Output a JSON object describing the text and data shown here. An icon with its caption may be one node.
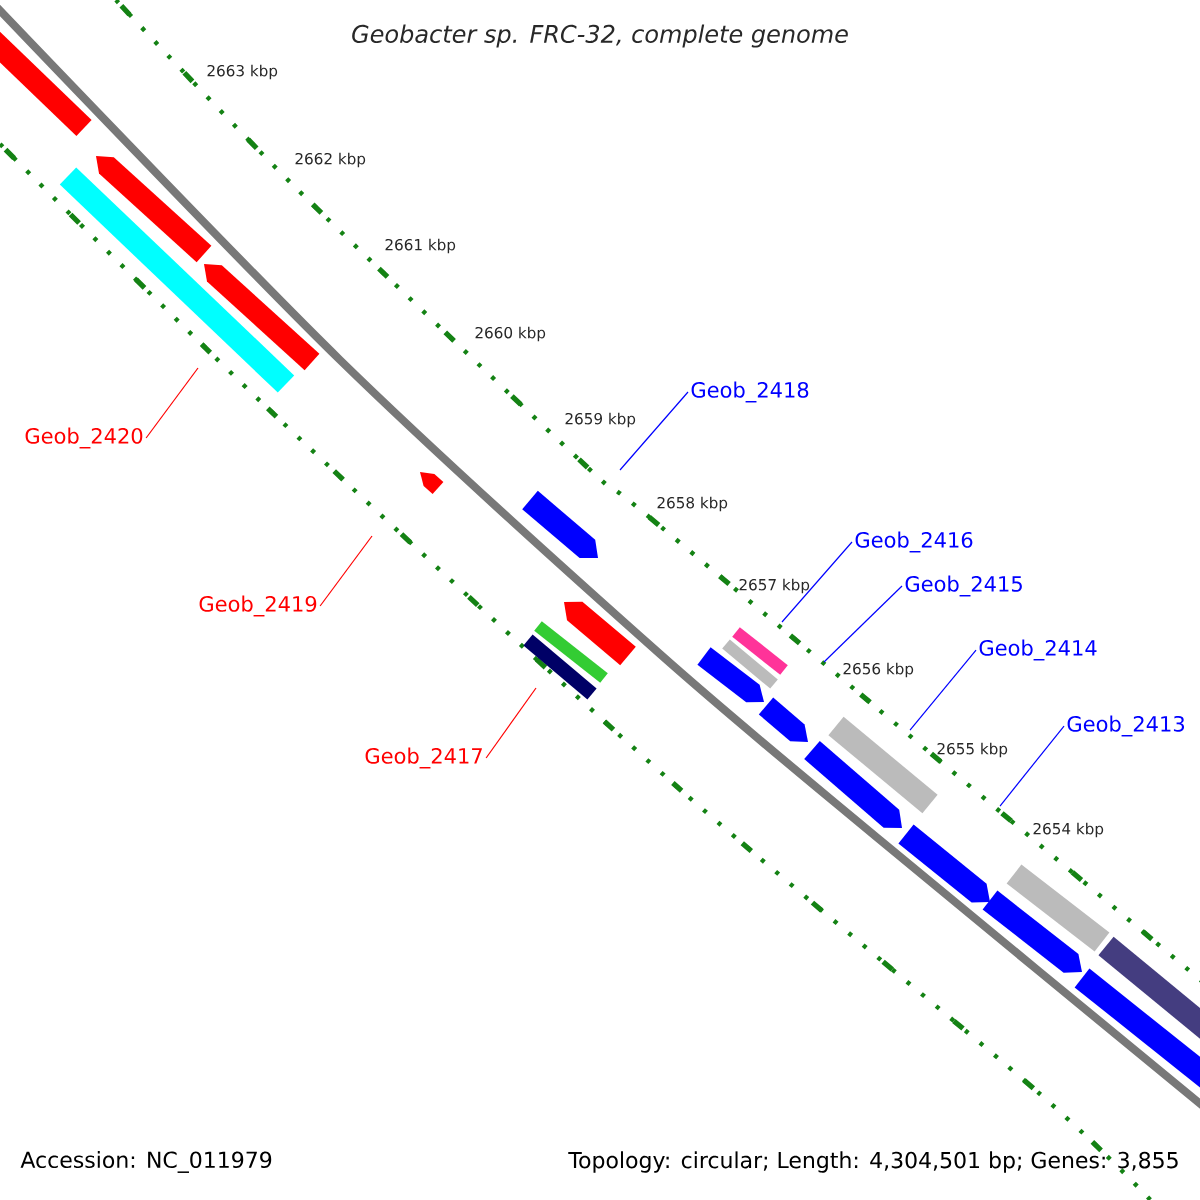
{
  "diagram": {
    "title": "Geobacter sp. FRC-32, complete genome",
    "nodes": [
      {
        "text": [
          "Geob_2420"
        ]
      },
      {
        "text": [
          "Geob_2419"
        ]
      },
      {
        "text": [
          "Geob_2417"
        ]
      },
      {
        "text": [
          "Geob_2418"
        ]
      },
      {
        "text": [
          "Geob_2416"
        ]
      },
      {
        "text": [
          "Geob_2415"
        ]
      },
      {
        "text": [
          "Geob_2414"
        ]
      },
      {
        "text": [
          "Geob_2413"
        ]
      }
    ],
    "edges": [
      {
        "from": 0,
        "to": null,
        "arrow": "none",
        "color": "#ff0000"
      },
      {
        "from": 1,
        "to": null,
        "arrow": "none",
        "color": "#ff0000"
      },
      {
        "from": 2,
        "to": null,
        "arrow": "none",
        "color": "#ff0000"
      },
      {
        "from": 3,
        "to": null,
        "arrow": "none"
      },
      {
        "from": 4,
        "to": null,
        "arrow": "none"
      },
      {
        "from": 5,
        "to": null,
        "arrow": "none"
      },
      {
        "from": 6,
        "to": null,
        "arrow": "none"
      },
      {
        "from": 7,
        "to": null,
        "arrow": "none"
      }
    ],
    "labels": [
      "2663 kbp",
      "2662 kbp",
      "2661 kbp",
      "2660 kbp",
      "2659 kbp",
      "2658 kbp",
      "2657 kbp",
      "2656 kbp",
      "2655 kbp",
      "2654 kbp",
      "Accession: NC_011979",
      "Topology: circular; Length: 4,304,501 bp; Genes: 3,855"
    ]
  }
}
